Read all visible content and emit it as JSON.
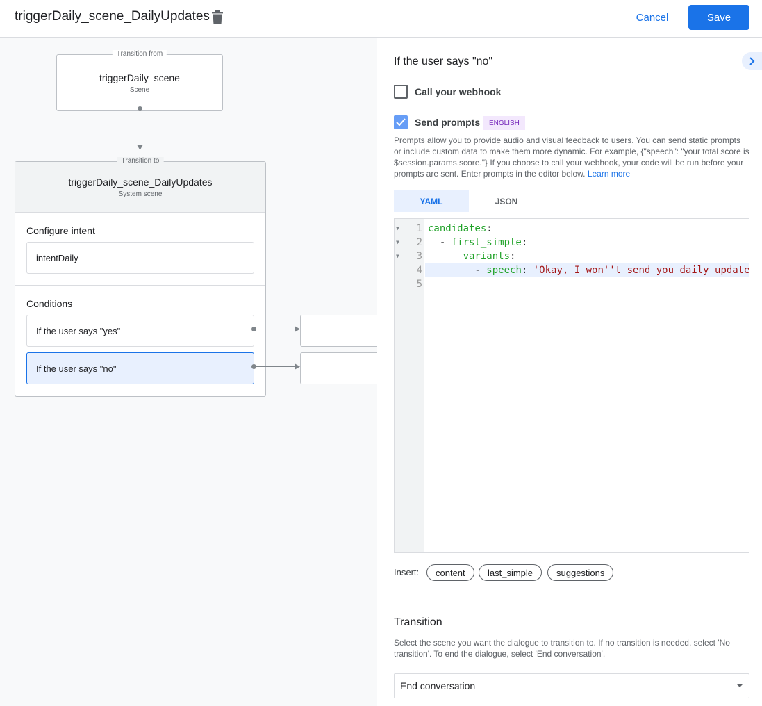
{
  "header": {
    "title": "triggerDaily_scene_DailyUpdates",
    "cancel": "Cancel",
    "save": "Save",
    "accent": "#1a73e8"
  },
  "canvas": {
    "from": {
      "label": "Transition from",
      "name": "triggerDaily_scene",
      "type": "Scene"
    },
    "to": {
      "label": "Transition to",
      "name": "triggerDaily_scene_DailyUpdates",
      "type": "System scene"
    },
    "intent_heading": "Configure intent",
    "intent": "intentDaily",
    "conditions_heading": "Conditions",
    "conditions": [
      {
        "label": "If the user says \"yes\"",
        "selected": false
      },
      {
        "label": "If the user says \"no\"",
        "selected": true
      }
    ]
  },
  "panel": {
    "title": "If the user says \"no\"",
    "webhook": {
      "label": "Call your webhook",
      "checked": false
    },
    "prompts": {
      "label": "Send prompts",
      "checked": true,
      "badge": "ENGLISH",
      "description": "Prompts allow you to provide audio and visual feedback to users. You can send static prompts or include custom data to make them more dynamic. For example, {\"speech\": \"your total score is $session.params.score.\"} If you choose to call your webhook, your code will be run before your prompts are sent. Enter prompts in the editor below.",
      "learn_more": "Learn more"
    },
    "tabs": [
      {
        "label": "YAML",
        "active": true
      },
      {
        "label": "JSON",
        "active": false
      }
    ],
    "editor": {
      "lines": [
        {
          "n": "1",
          "indent": "",
          "key": "candidates",
          "punct": ":",
          "value": ""
        },
        {
          "n": "2",
          "indent": "  - ",
          "key": "first_simple",
          "punct": ":",
          "value": ""
        },
        {
          "n": "3",
          "indent": "      ",
          "key": "variants",
          "punct": ":",
          "value": ""
        },
        {
          "n": "4",
          "indent": "        - ",
          "key": "speech",
          "punct": ": ",
          "value": "'Okay, I won''t send you daily update"
        },
        {
          "n": "5",
          "indent": "",
          "key": "",
          "punct": "",
          "value": ""
        }
      ]
    },
    "insert": {
      "label": "Insert:",
      "chips": [
        "content",
        "last_simple",
        "suggestions"
      ]
    },
    "transition": {
      "heading": "Transition",
      "description": "Select the scene you want the dialogue to transition to. If no transition is needed, select 'No transition'. To end the dialogue, select 'End conversation'.",
      "selected": "End conversation"
    }
  }
}
